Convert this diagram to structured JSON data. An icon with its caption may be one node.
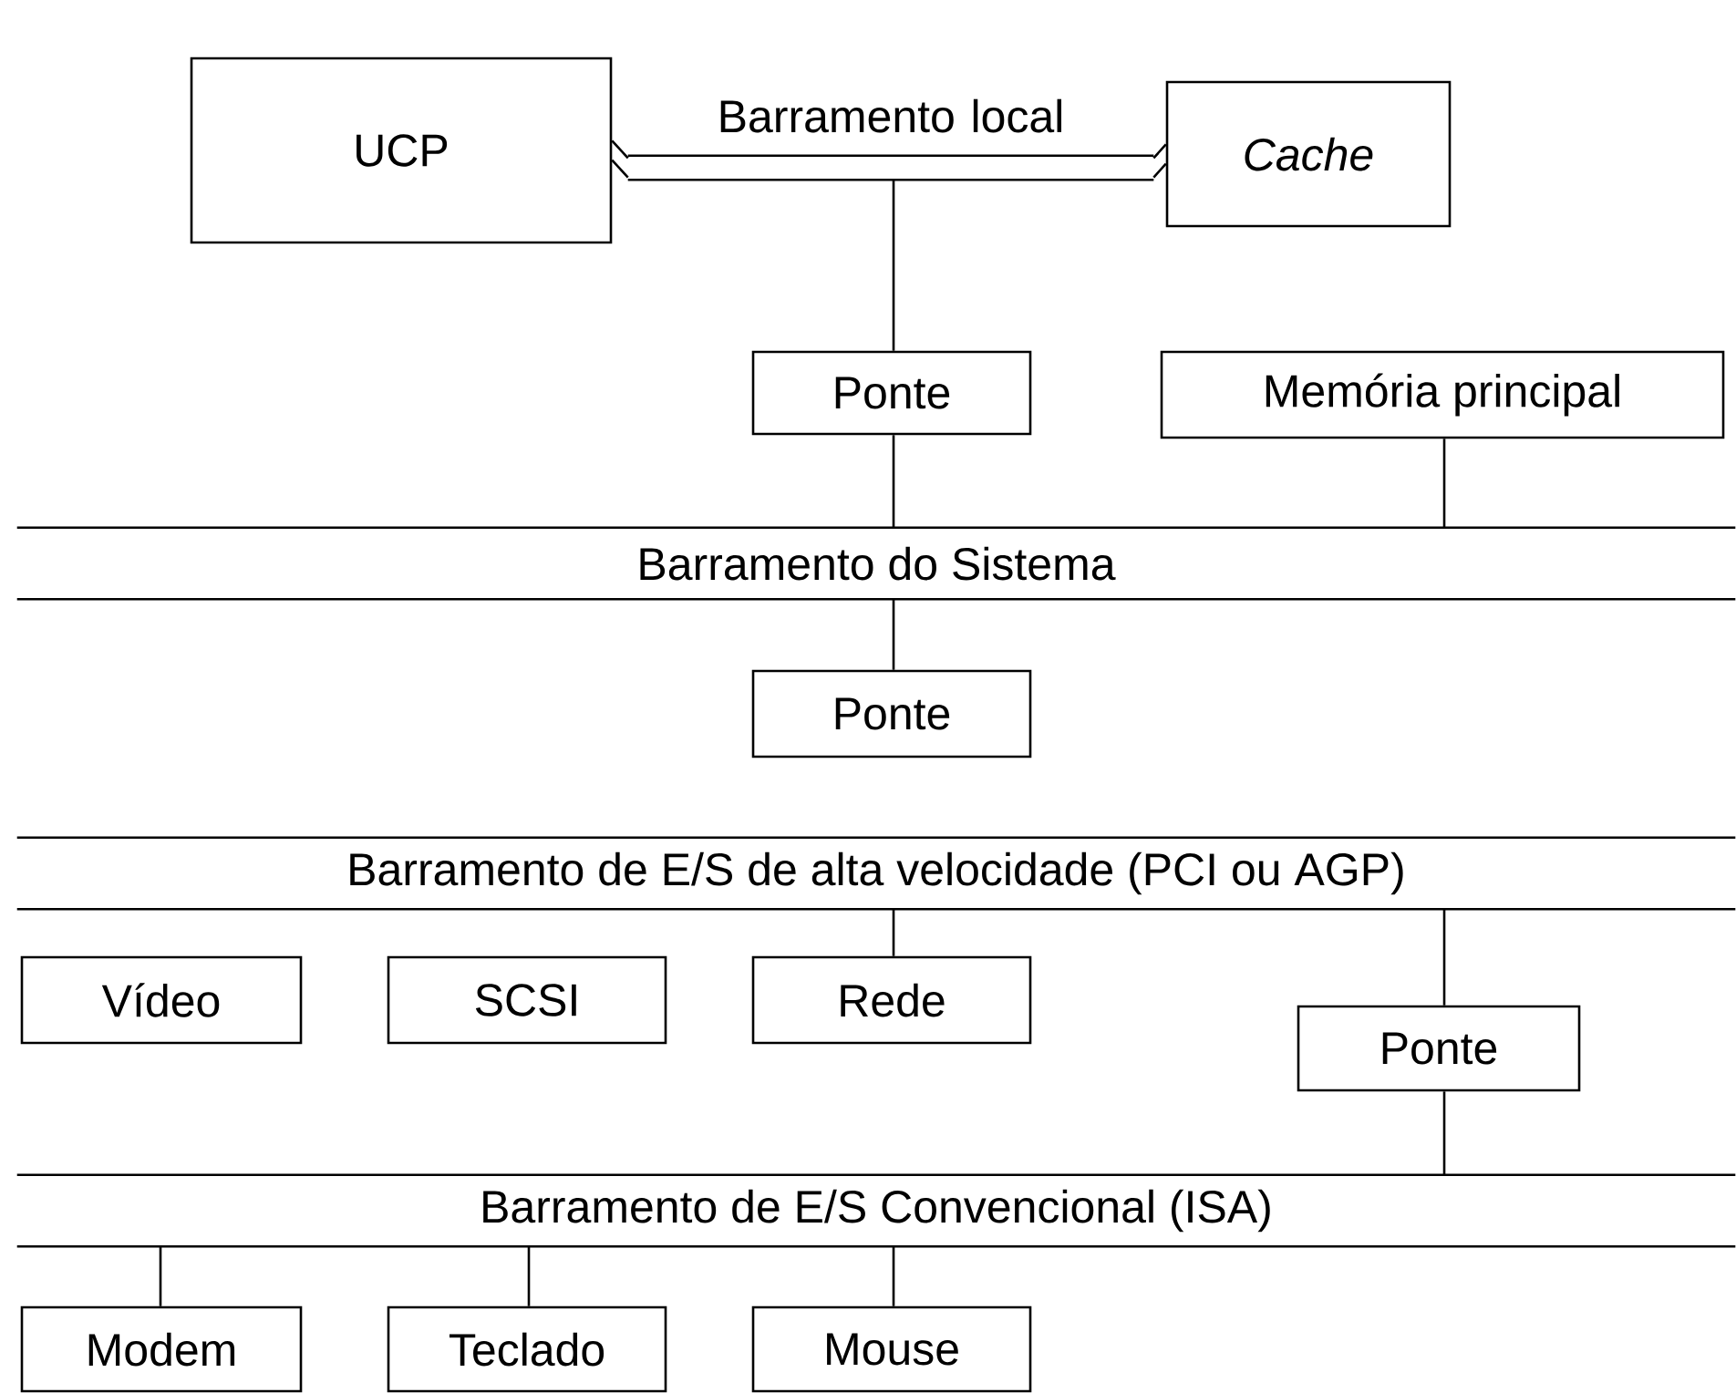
{
  "diagram": {
    "nodes": [
      {
        "text": [
          "UCP"
        ]
      },
      {
        "text": [
          "Cache"
        ]
      },
      {
        "text": [
          "Barramento local"
        ]
      },
      {
        "text": [
          "Ponte"
        ]
      },
      {
        "text": [
          "Memória principal"
        ]
      },
      {
        "text": [
          "Barramento do Sistema"
        ]
      },
      {
        "text": [
          "Ponte"
        ]
      },
      {
        "text": [
          "Barramento de E/S de alta velocidade (PCI ou AGP)"
        ]
      },
      {
        "text": [
          "Vídeo"
        ]
      },
      {
        "text": [
          "SCSI"
        ]
      },
      {
        "text": [
          "Rede"
        ]
      },
      {
        "text": [
          "Ponte"
        ]
      },
      {
        "text": [
          "Barramento de E/S Convencional (ISA)"
        ]
      },
      {
        "text": [
          "Modem"
        ]
      },
      {
        "text": [
          "Teclado"
        ]
      },
      {
        "text": [
          "Mouse"
        ]
      }
    ],
    "edges": [
      {
        "from": 0,
        "to": 2,
        "arrow": "none"
      },
      {
        "from": 2,
        "to": 1,
        "arrow": "none"
      },
      {
        "from": 2,
        "to": 3,
        "arrow": "none"
      },
      {
        "from": 3,
        "to": 5,
        "arrow": "none"
      },
      {
        "from": 4,
        "to": 5,
        "arrow": "none"
      },
      {
        "from": 5,
        "to": 6,
        "arrow": "none"
      },
      {
        "from": 7,
        "to": 10,
        "arrow": "none"
      },
      {
        "from": 7,
        "to": 11,
        "arrow": "none"
      },
      {
        "from": 11,
        "to": 12,
        "arrow": "none"
      },
      {
        "from": 12,
        "to": 13,
        "arrow": "none"
      },
      {
        "from": 12,
        "to": 14,
        "arrow": "none"
      },
      {
        "from": 12,
        "to": 15,
        "arrow": "none"
      }
    ]
  }
}
